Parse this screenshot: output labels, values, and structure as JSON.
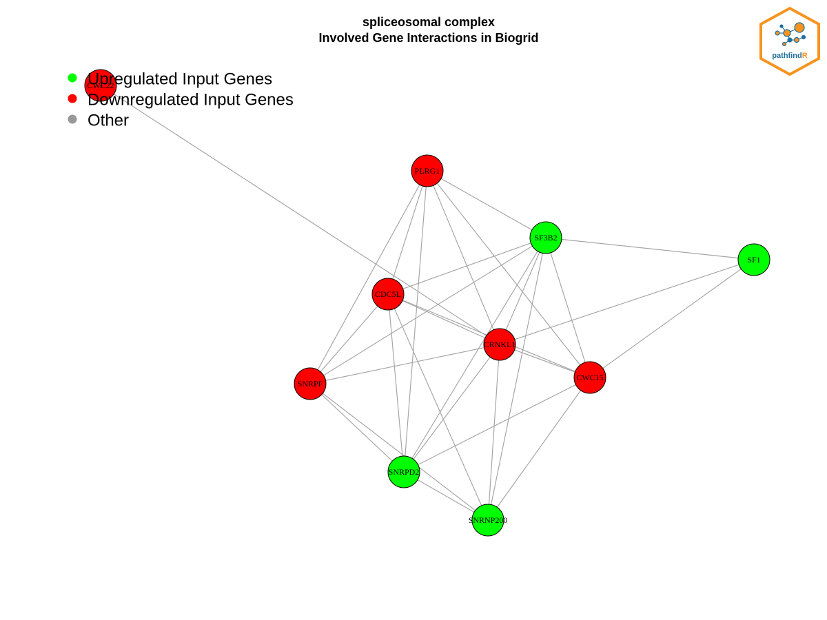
{
  "title": {
    "line1": "spliceosomal complex",
    "line2": "Involved Gene Interactions in Biogrid"
  },
  "legend": [
    {
      "label": "Upregulated Input Genes",
      "color": "#00ff00"
    },
    {
      "label": "Downregulated Input Genes",
      "color": "#ff0000"
    },
    {
      "label": "Other",
      "color": "#999999"
    }
  ],
  "logo": {
    "text_main": "pathfind",
    "text_accent": "R",
    "accent_color": "#f7931e",
    "main_color": "#1f6f9f"
  },
  "colors": {
    "up": "#00ff00",
    "down": "#ff0000",
    "edge": "#a6a6a6"
  },
  "network": {
    "nodes": [
      {
        "id": "CWC22",
        "status": "down"
      },
      {
        "id": "PLRG1",
        "status": "down"
      },
      {
        "id": "SF3B2",
        "status": "up"
      },
      {
        "id": "SF1",
        "status": "up"
      },
      {
        "id": "CDC5L",
        "status": "down"
      },
      {
        "id": "CRNKL1",
        "status": "down"
      },
      {
        "id": "CWC15",
        "status": "down"
      },
      {
        "id": "SNRPF",
        "status": "down"
      },
      {
        "id": "SNRPD2",
        "status": "up"
      },
      {
        "id": "SNRNP200",
        "status": "up"
      }
    ],
    "edges": [
      [
        "CWC22",
        "CRNKL1"
      ],
      [
        "PLRG1",
        "SF3B2"
      ],
      [
        "PLRG1",
        "CDC5L"
      ],
      [
        "PLRG1",
        "CRNKL1"
      ],
      [
        "PLRG1",
        "CWC15"
      ],
      [
        "PLRG1",
        "SNRPF"
      ],
      [
        "PLRG1",
        "SNRPD2"
      ],
      [
        "SF3B2",
        "SF1"
      ],
      [
        "SF3B2",
        "CDC5L"
      ],
      [
        "SF3B2",
        "CRNKL1"
      ],
      [
        "SF3B2",
        "CWC15"
      ],
      [
        "SF3B2",
        "SNRPF"
      ],
      [
        "SF3B2",
        "SNRPD2"
      ],
      [
        "SF3B2",
        "SNRNP200"
      ],
      [
        "SF1",
        "CRNKL1"
      ],
      [
        "SF1",
        "CWC15"
      ],
      [
        "CDC5L",
        "CRNKL1"
      ],
      [
        "CDC5L",
        "CWC15"
      ],
      [
        "CDC5L",
        "SNRPF"
      ],
      [
        "CDC5L",
        "SNRPD2"
      ],
      [
        "CDC5L",
        "SNRNP200"
      ],
      [
        "CRNKL1",
        "CWC15"
      ],
      [
        "CRNKL1",
        "SNRPF"
      ],
      [
        "CRNKL1",
        "SNRPD2"
      ],
      [
        "CRNKL1",
        "SNRNP200"
      ],
      [
        "CWC15",
        "SNRPD2"
      ],
      [
        "CWC15",
        "SNRNP200"
      ],
      [
        "SNRPF",
        "SNRPD2"
      ],
      [
        "SNRPF",
        "SNRNP200"
      ],
      [
        "SNRPD2",
        "SNRNP200"
      ]
    ]
  }
}
